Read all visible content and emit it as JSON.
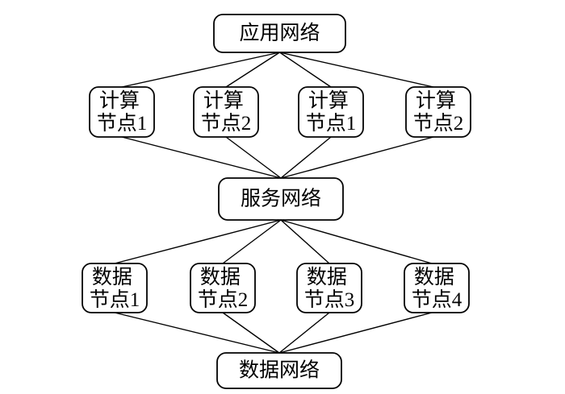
{
  "diagram": {
    "type": "network-topology",
    "colors": {
      "background": "#ffffff",
      "node_fill": "#ffffff",
      "node_stroke": "#000000",
      "edge_stroke": "#000000",
      "text": "#000000"
    },
    "nodes": {
      "app_network": {
        "id": "app_network",
        "label": "应用网络"
      },
      "compute": [
        {
          "id": "compute_1",
          "line1": "计算",
          "line2": "节点1"
        },
        {
          "id": "compute_2",
          "line1": "计算",
          "line2": "节点2"
        },
        {
          "id": "compute_3",
          "line1": "计算",
          "line2": "节点1"
        },
        {
          "id": "compute_4",
          "line1": "计算",
          "line2": "节点2"
        }
      ],
      "service_network": {
        "id": "service_network",
        "label": "服务网络"
      },
      "data": [
        {
          "id": "data_1",
          "line1": "数据",
          "line2": "节点1"
        },
        {
          "id": "data_2",
          "line1": "数据",
          "line2": "节点2"
        },
        {
          "id": "data_3",
          "line1": "数据",
          "line2": "节点3"
        },
        {
          "id": "data_4",
          "line1": "数据",
          "line2": "节点4"
        }
      ],
      "data_network": {
        "id": "data_network",
        "label": "数据网络"
      }
    },
    "edges": [
      {
        "from": "app_network",
        "to": "compute_1"
      },
      {
        "from": "app_network",
        "to": "compute_2"
      },
      {
        "from": "app_network",
        "to": "compute_3"
      },
      {
        "from": "app_network",
        "to": "compute_4"
      },
      {
        "from": "compute_1",
        "to": "service_network"
      },
      {
        "from": "compute_2",
        "to": "service_network"
      },
      {
        "from": "compute_3",
        "to": "service_network"
      },
      {
        "from": "compute_4",
        "to": "service_network"
      },
      {
        "from": "service_network",
        "to": "data_1"
      },
      {
        "from": "service_network",
        "to": "data_2"
      },
      {
        "from": "service_network",
        "to": "data_3"
      },
      {
        "from": "service_network",
        "to": "data_4"
      },
      {
        "from": "data_1",
        "to": "data_network"
      },
      {
        "from": "data_2",
        "to": "data_network"
      },
      {
        "from": "data_3",
        "to": "data_network"
      },
      {
        "from": "data_4",
        "to": "data_network"
      }
    ]
  }
}
